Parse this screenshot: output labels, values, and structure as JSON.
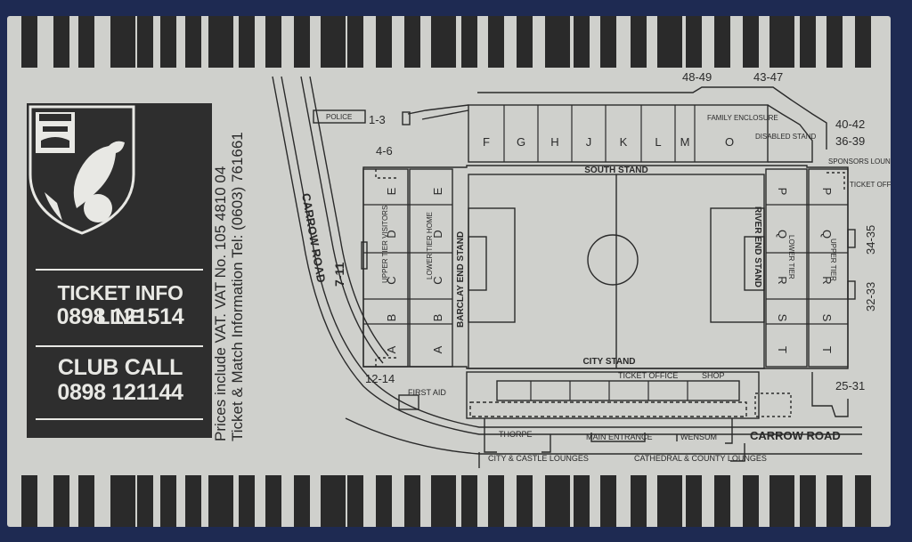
{
  "panel": {
    "info_label": "TICKET INFO LINE",
    "info_number": "0898 121514",
    "club_label": "CLUB CALL",
    "club_number": "0898 121144"
  },
  "side_text": {
    "line1": "Prices include VAT. VAT No. 105 4810 04",
    "line2": "Ticket & Match Information  Tel: (0603) 761661"
  },
  "map": {
    "roads": [
      "CARROW ROAD",
      "CARROW ROAD"
    ],
    "gates": [
      "1-3",
      "4-6",
      "7-11",
      "12-14",
      "48-49",
      "43-47",
      "40-42",
      "36-39",
      "34-35",
      "32-33",
      "25-31"
    ],
    "stands": [
      "SOUTH STAND",
      "CITY STAND",
      "BARCLAY END STAND",
      "RIVER END STAND"
    ],
    "south_blocks": [
      "F",
      "G",
      "H",
      "J",
      "K",
      "L",
      "M",
      "O"
    ],
    "barclay_outer": [
      "E",
      "D",
      "C",
      "B",
      "A"
    ],
    "barclay_inner": [
      "E",
      "D",
      "C",
      "B",
      "A"
    ],
    "river_inner": [
      "P",
      "Q",
      "R",
      "S",
      "T"
    ],
    "river_outer": [
      "P",
      "Q",
      "R",
      "S",
      "T"
    ],
    "tiers": [
      "UPPER TIER VISITORS",
      "LOWER TIER HOME",
      "LOWER TIER",
      "UPPER TIER"
    ],
    "facilities": {
      "police": "POLICE",
      "family": "FAMILY ENCLOSURE",
      "disabled": "DISABLED STAND",
      "sponsors": "SPONSORS LOUNGE",
      "ticket_office_right": "TICKET OFFICE",
      "first_aid": "FIRST AID",
      "ticket_office": "TICKET OFFICE",
      "shop": "SHOP",
      "thorpe": "THORPE",
      "main_entrance": "MAIN ENTRANCE",
      "wensum": "WENSUM",
      "city_castle": "CITY & CASTLE LOUNGES",
      "cathedral": "CATHEDRAL & COUNTY LOUNGES"
    }
  },
  "colors": {
    "ticket": "#cfd0cc",
    "ink": "#2a2a2a",
    "panel": "#2e2e2e",
    "background": "#1e2a52"
  }
}
